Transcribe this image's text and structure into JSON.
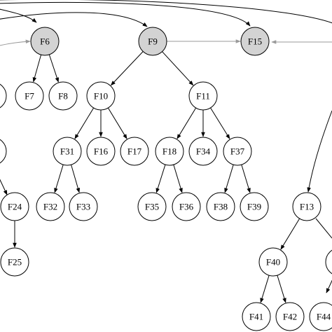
{
  "diagram": {
    "nodes": [
      {
        "id": "F6",
        "label": "F6",
        "highlighted": true
      },
      {
        "id": "F9",
        "label": "F9",
        "highlighted": true
      },
      {
        "id": "F15",
        "label": "F15",
        "highlighted": true
      },
      {
        "id": "F7",
        "label": "F7"
      },
      {
        "id": "F8",
        "label": "F8"
      },
      {
        "id": "F10",
        "label": "F10"
      },
      {
        "id": "F11",
        "label": "F11"
      },
      {
        "id": "F31",
        "label": "F31"
      },
      {
        "id": "F16",
        "label": "F16"
      },
      {
        "id": "F17",
        "label": "F17"
      },
      {
        "id": "F18",
        "label": "F18"
      },
      {
        "id": "F34",
        "label": "F34"
      },
      {
        "id": "F37",
        "label": "F37"
      },
      {
        "id": "F24",
        "label": "F24"
      },
      {
        "id": "F32",
        "label": "F32"
      },
      {
        "id": "F33",
        "label": "F33"
      },
      {
        "id": "F35",
        "label": "F35"
      },
      {
        "id": "F36",
        "label": "F36"
      },
      {
        "id": "F38",
        "label": "F38"
      },
      {
        "id": "F39",
        "label": "F39"
      },
      {
        "id": "F13",
        "label": "F13"
      },
      {
        "id": "F25",
        "label": "F25"
      },
      {
        "id": "F40",
        "label": "F40"
      },
      {
        "id": "F41",
        "label": "F41"
      },
      {
        "id": "F42",
        "label": "F42"
      },
      {
        "id": "F44",
        "label": "F44"
      }
    ],
    "edges": [
      [
        "F6",
        "F7"
      ],
      [
        "F6",
        "F8"
      ],
      [
        "F9",
        "F10"
      ],
      [
        "F9",
        "F11"
      ],
      [
        "F9",
        "F15"
      ],
      [
        "F10",
        "F31"
      ],
      [
        "F10",
        "F16"
      ],
      [
        "F10",
        "F17"
      ],
      [
        "F11",
        "F18"
      ],
      [
        "F11",
        "F34"
      ],
      [
        "F11",
        "F37"
      ],
      [
        "F31",
        "F32"
      ],
      [
        "F31",
        "F33"
      ],
      [
        "F18",
        "F35"
      ],
      [
        "F18",
        "F36"
      ],
      [
        "F37",
        "F38"
      ],
      [
        "F37",
        "F39"
      ],
      [
        "F24",
        "F25"
      ],
      [
        "F13",
        "F40"
      ],
      [
        "F40",
        "F41"
      ],
      [
        "F40",
        "F42"
      ]
    ],
    "colors": {
      "node_fill": "#ffffff",
      "highlight_fill": "#d3d3d3",
      "stroke": "#000000",
      "light_edge": "#9a9a9a"
    }
  }
}
